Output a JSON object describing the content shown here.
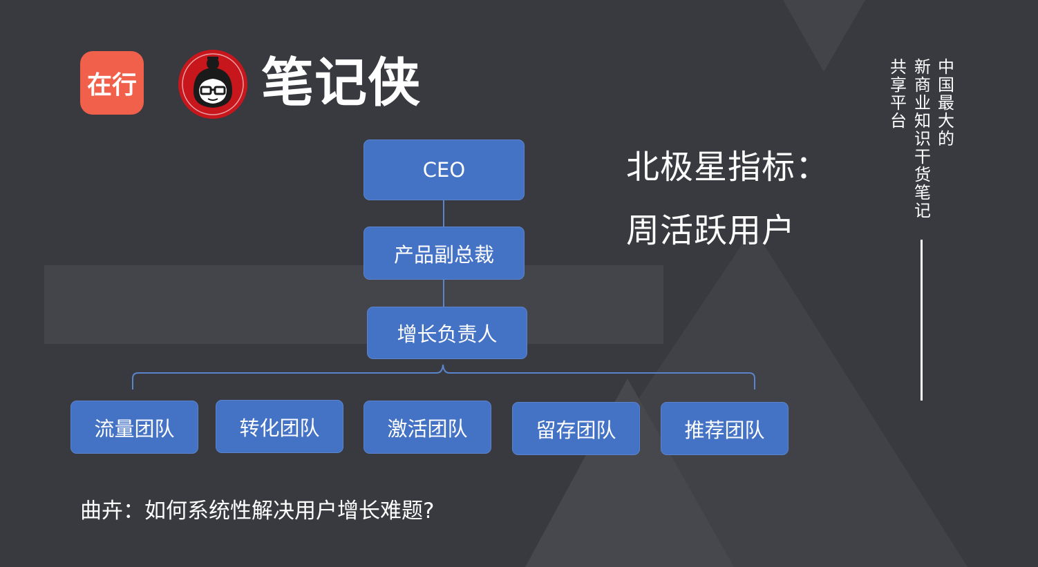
{
  "brand": {
    "zaixing_logo_text": "在行",
    "wordmark": "笔记侠"
  },
  "org_chart": {
    "ceo": "CEO",
    "vp_product": "产品副总裁",
    "growth_lead": "增长负责人",
    "teams": [
      "流量团队",
      "转化团队",
      "激活团队",
      "留存团队",
      "推荐团队"
    ]
  },
  "heading": {
    "line1": "北极星指标：",
    "line2": "周活跃用户"
  },
  "tagline": {
    "col1": "中国最大的",
    "col2": "新商业知识干货笔记",
    "col3": "共享平台"
  },
  "caption": "曲卉：如何系统性解决用户增长难题?",
  "colors": {
    "background": "#383a40",
    "node_fill": "#4472c4",
    "connector": "#5b84cc",
    "zaixing_logo": "#f0604a",
    "mascot_red": "#c8161d"
  }
}
